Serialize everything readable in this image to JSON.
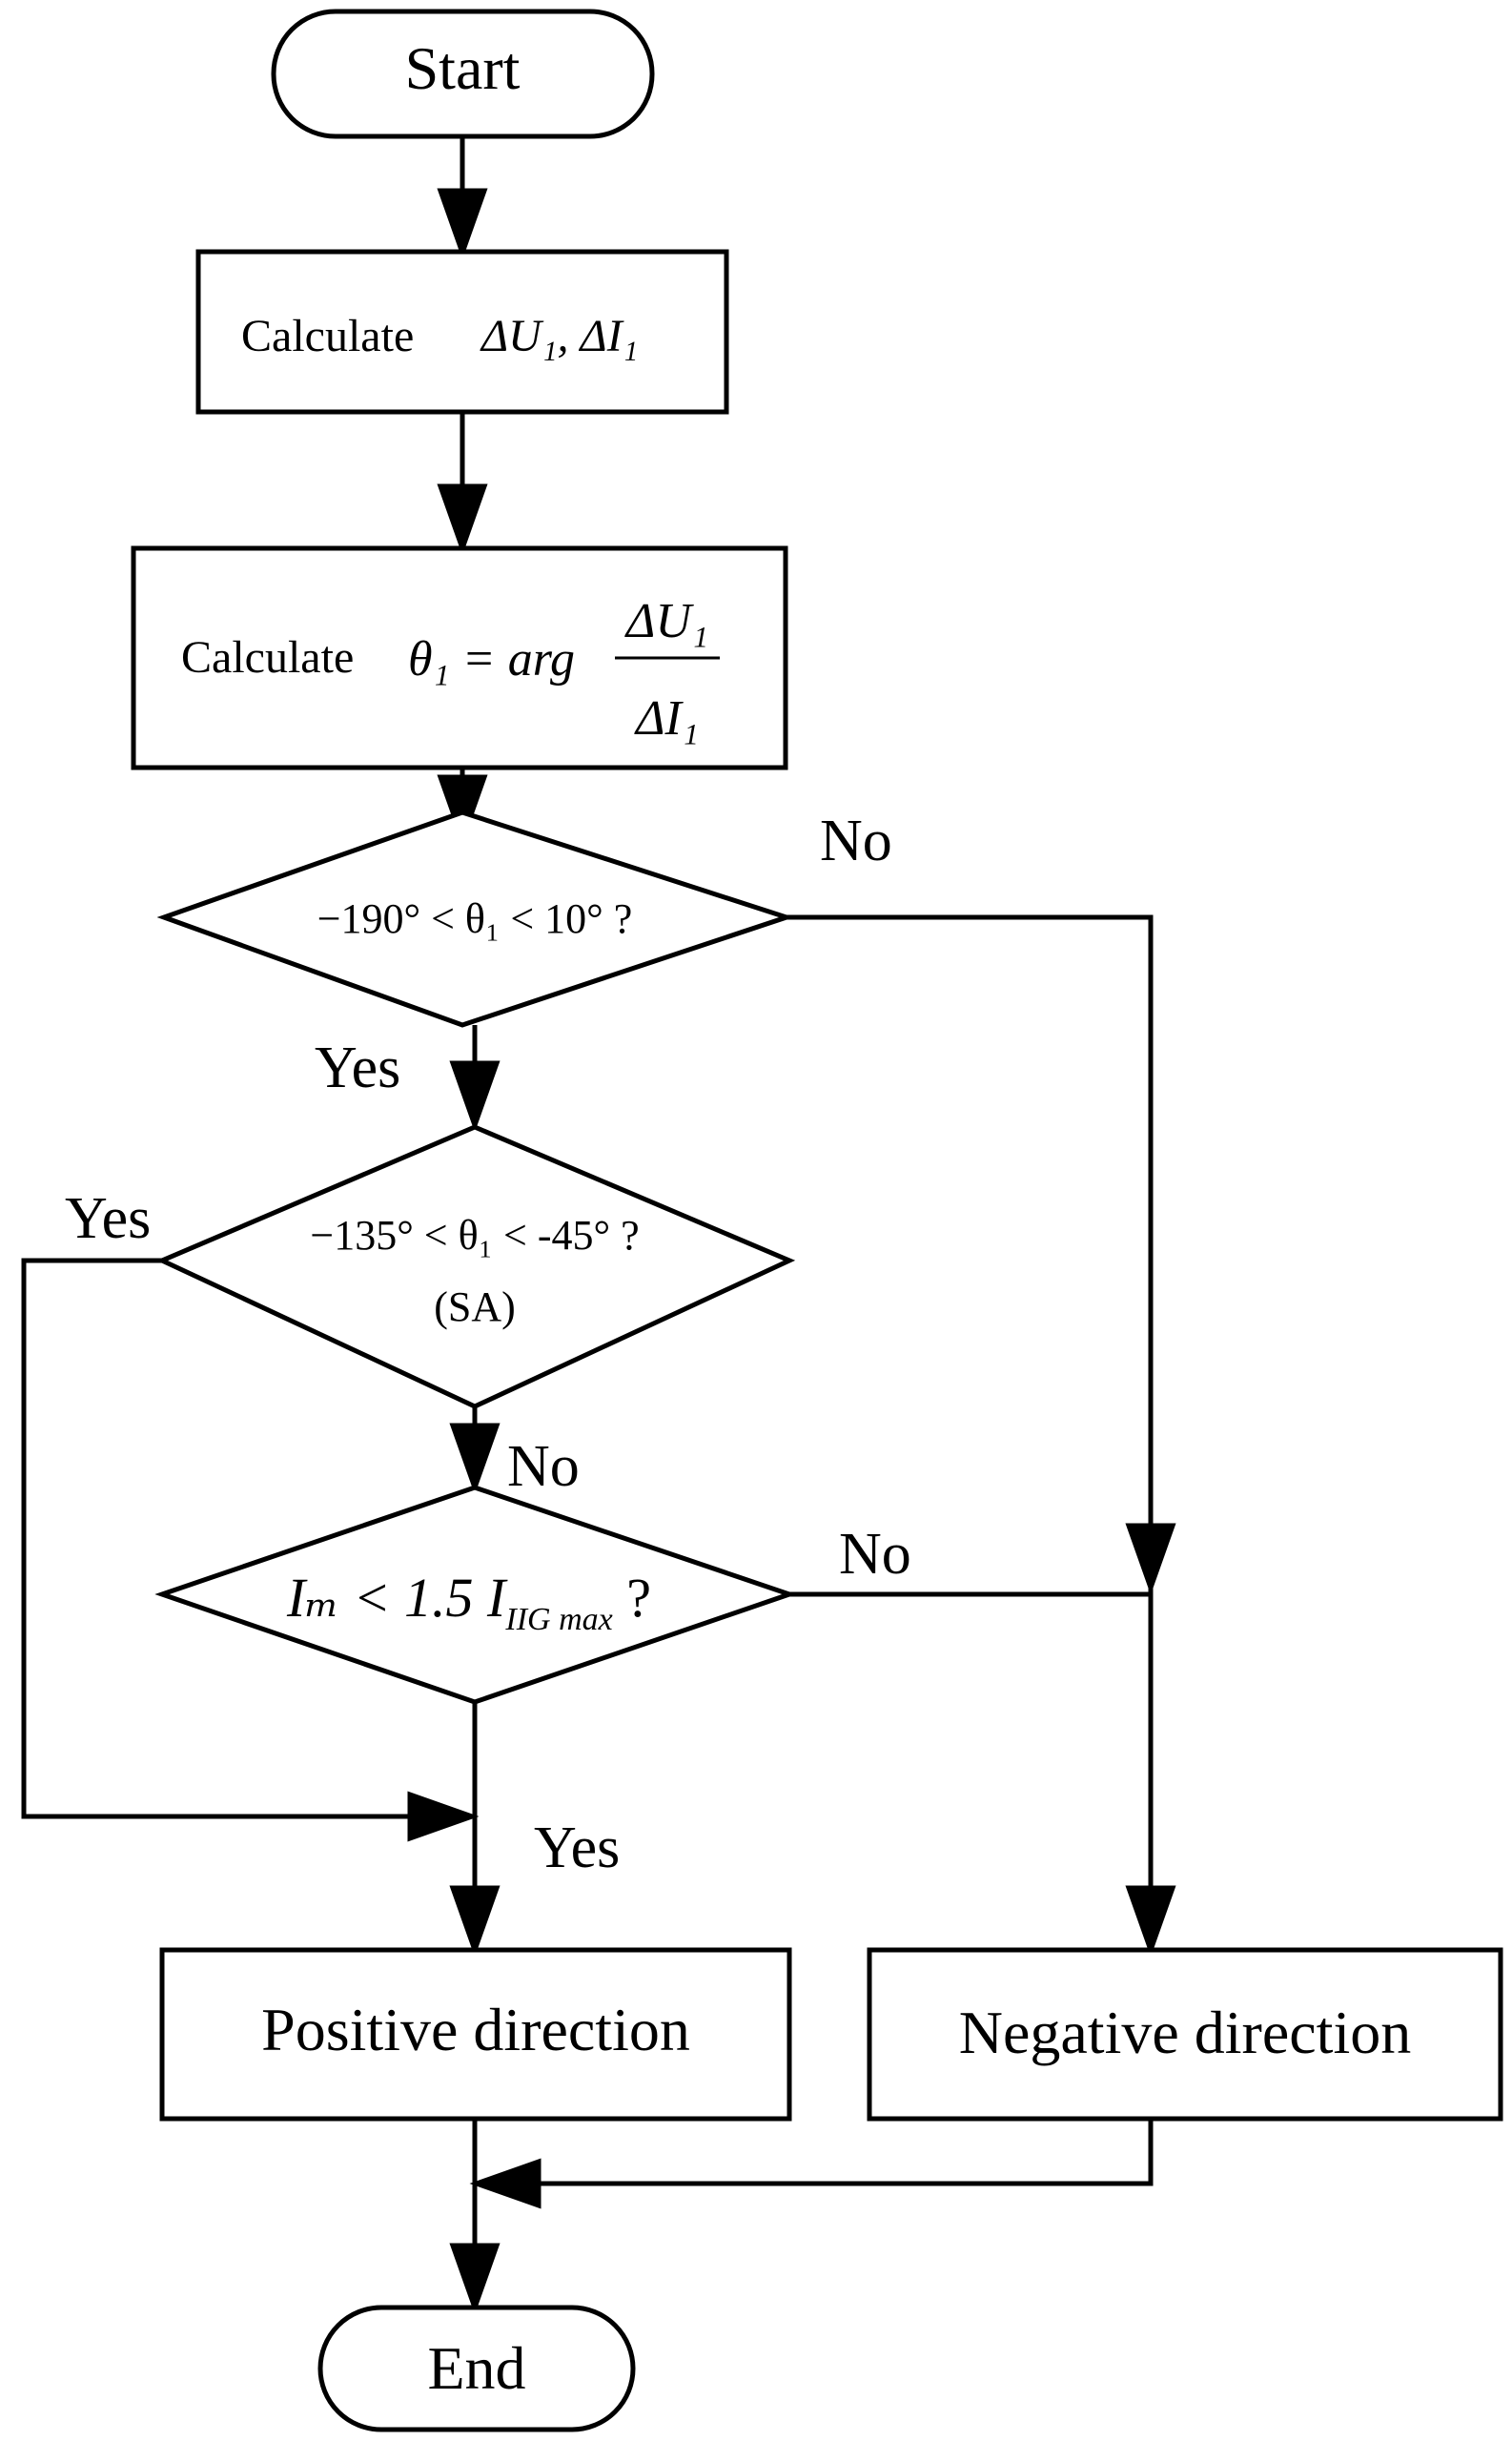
{
  "flowchart": {
    "start": "Start",
    "step1": {
      "prefix": "Calculate",
      "expr": "ΔU₁, ΔI₁"
    },
    "step2": {
      "prefix": "Calculate",
      "lhs": "θ₁ = arg",
      "numerator": "ΔU₁",
      "denominator": "ΔI₁"
    },
    "decision1": "−190° < θ₁ < 10° ?",
    "decision2": {
      "line1": "−135° < θ₁ < -45° ?",
      "line2": "(SA)"
    },
    "decision3": {
      "text": "Iₘ < 1.5 I",
      "subscript": "IIG max",
      "suffix": " ?"
    },
    "positive": "Positive direction",
    "negative": "Negative direction",
    "end": "End",
    "labels": {
      "d1_no": "No",
      "d1_yes": "Yes",
      "d2_yes": "Yes",
      "d2_no": "No",
      "d3_no": "No",
      "d3_yes": "Yes"
    }
  }
}
